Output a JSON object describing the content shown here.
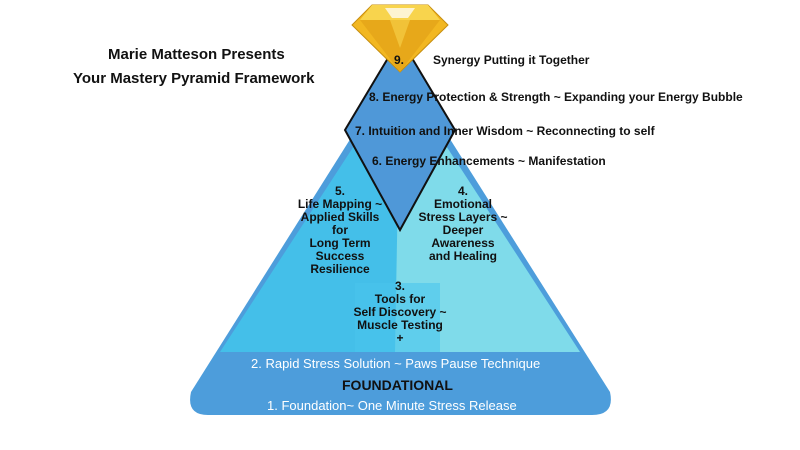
{
  "header": {
    "line1": "Marie Matteson  Presents",
    "line2": "Your Mastery Pyramid Framework"
  },
  "levels": {
    "l9": "9.",
    "l9_text": "Synergy Putting it Together",
    "l8": "8.   Energy Protection & Strength ~ Expanding your Energy Bubble",
    "l7": "7.   Intuition and Inner Wisdom ~ Reconnecting to self",
    "l6": "6. Energy Enhancements ~ Manifestation",
    "l5": "5.\nLife Mapping ~\nApplied Skills\nfor\nLong Term\nSuccess\nResilience",
    "l4": "4.\nEmotional\nStress Layers ~\nDeeper\nAwareness\nand Healing",
    "l3": "3.\nTools for\nSelf Discovery ~\nMuscle Testing\n+",
    "l2": "2. Rapid Stress Solution ~ Paws Pause Technique",
    "foundational": "FOUNDATIONAL",
    "l1": "1. Foundation~ One Minute Stress Release"
  },
  "colors": {
    "base_blue": "#4d9ddb",
    "mid_blue": "#44bfe9",
    "right_teal": "#7fdbea",
    "top_blue": "#4f98d8",
    "gem_gold": "#f2b721"
  },
  "icons": {
    "gem": "diamond-gem-icon"
  }
}
